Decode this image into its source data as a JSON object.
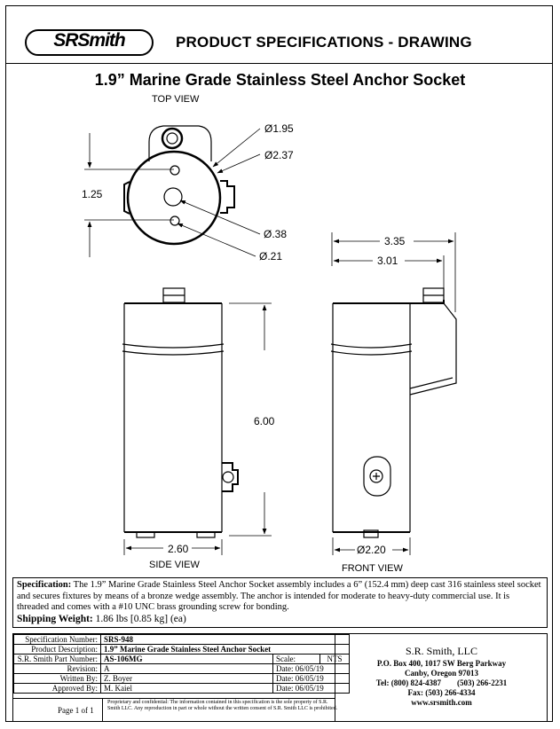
{
  "header": {
    "logo_text": "SRSmith",
    "title": "PRODUCT SPECIFICATIONS - DRAWING"
  },
  "drawing": {
    "title": "1.9” Marine Grade Stainless Steel Anchor Socket",
    "views": {
      "top": "TOP VIEW",
      "side": "SIDE VIEW",
      "front": "FRONT VIEW"
    },
    "dimensions": {
      "d195": "1.95",
      "d237": "2.37",
      "h125": "1.25",
      "d038": ".38",
      "d021": ".21",
      "w335": "3.35",
      "w301": "3.01",
      "h600": "6.00",
      "w260": "2.60",
      "d220": "2.20"
    },
    "diameter_symbol": "Ø"
  },
  "specification": {
    "label": "Specification:",
    "text": " The 1.9” Marine Grade Stainless Steel Anchor Socket assembly includes a 6” (152.4 mm) deep cast 316 stainless steel socket and secures fixtures by means of a bronze wedge assembly.  The anchor is intended for moderate to heavy-duty commercial use.  It is threaded and comes with a #10 UNC brass grounding screw for bonding.",
    "ship_label": "Shipping Weight:",
    "ship_value": " 1.86 lbs [0.85 kg] (ea)"
  },
  "title_block": {
    "rows": [
      {
        "key": "Specification Number:",
        "value": "SRS-948"
      },
      {
        "key": "Product Description:",
        "value": "1.9” Marine Grade Stainless Steel Anchor Socket"
      },
      {
        "key": "S.R. Smith Part Number:",
        "value": "AS-106MG",
        "extra_key": "Scale:",
        "extra_value": "NTS"
      },
      {
        "key": "Revision:",
        "value": "A",
        "extra_key": "Date: 06/05/19"
      },
      {
        "key": "Written By:",
        "value": "Z. Boyer",
        "extra_key": "Date: 06/05/19"
      },
      {
        "key": "Approved By:",
        "value": "M. Kaiel",
        "extra_key": "Date: 06/05/19"
      }
    ],
    "page": "Page 1 of 1",
    "confidential": "Proprietary and confidential: The information contained in this specification is the sole property of S.R. Smith LLC.  Any reproduction in part or whole without the written consent of S.R. Smith LLC is prohibited."
  },
  "company": {
    "name": "S.R. Smith, LLC",
    "address1": "P.O. Box 400, 1017 SW Berg Parkway",
    "address2": "Canby, Oregon 97013",
    "tel": "Tel: (800) 824-4387        (503) 266-2231",
    "fax": "Fax: (503) 266-4334",
    "web": "www.srsmith.com"
  }
}
